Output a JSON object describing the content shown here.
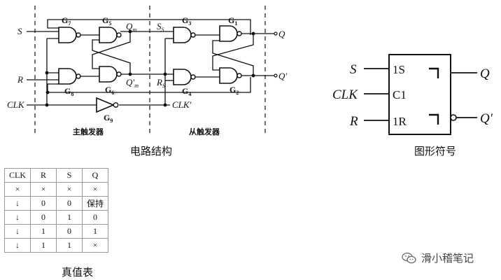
{
  "circuit": {
    "inputs": {
      "s": "S",
      "r": "R",
      "clk": "CLK"
    },
    "gates": [
      "G7",
      "G8",
      "G5",
      "G6",
      "G9",
      "G3",
      "G4",
      "G1",
      "G2"
    ],
    "master_out": {
      "q": "Q",
      "q_sub": "m",
      "qp": "Q′",
      "qp_sub": "m"
    },
    "slave_in": {
      "s": "S",
      "s_sub": "S",
      "r": "R",
      "r_sub": "S",
      "clk": "CLK′"
    },
    "outputs": {
      "q": "Q",
      "qp": "Q′"
    },
    "master_label": "主触发器",
    "slave_label": "从触发器",
    "caption": "电路结构"
  },
  "symbol": {
    "inputs": {
      "s": "S",
      "clk": "CLK",
      "r": "R"
    },
    "pins": {
      "s": "1S",
      "c": "C1",
      "r": "1R"
    },
    "outputs": {
      "q": "Q",
      "qp": "Q′"
    },
    "caption": "图形符号"
  },
  "truth_table": {
    "headers": [
      "CLK",
      "R",
      "S",
      "Q"
    ],
    "rows": [
      [
        "×",
        "×",
        "×",
        "×"
      ],
      [
        "↓",
        "0",
        "0",
        "保持"
      ],
      [
        "↓",
        "0",
        "1",
        "0"
      ],
      [
        "↓",
        "1",
        "0",
        "1"
      ],
      [
        "↓",
        "1",
        "1",
        "×"
      ]
    ],
    "caption": "真值表"
  },
  "watermark": {
    "text": "滑小稽笔记",
    "icon": "wechat-icon"
  }
}
